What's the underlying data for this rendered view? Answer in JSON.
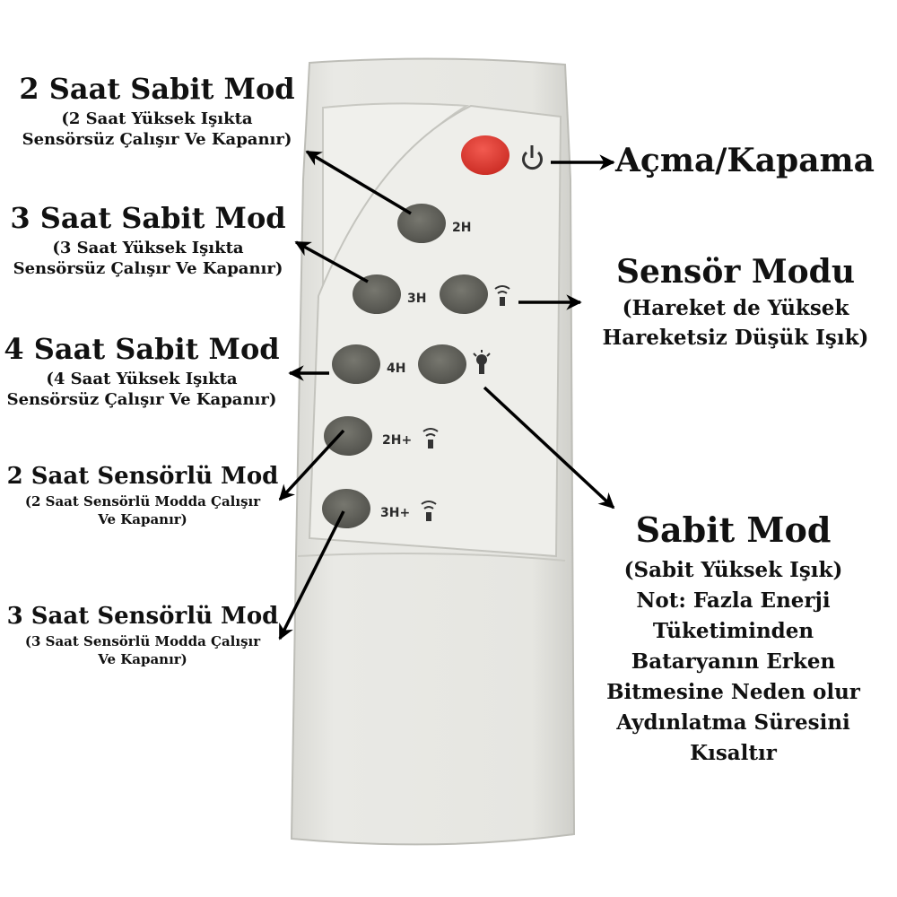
{
  "labels": {
    "l2h": {
      "title": "2 Saat Sabit Mod",
      "line1": "(2 Saat Yüksek Işıkta",
      "line2": "Sensörsüz Çalışır Ve Kapanır)"
    },
    "l3h": {
      "title": "3 Saat Sabit Mod",
      "line1": "(3 Saat Yüksek Işıkta",
      "line2": "Sensörsüz Çalışır Ve Kapanır)"
    },
    "l4h": {
      "title": "4 Saat Sabit Mod",
      "line1": "(4 Saat Yüksek Işıkta",
      "line2": "Sensörsüz Çalışır Ve Kapanır)"
    },
    "l2hs": {
      "title": "2 Saat Sensörlü Mod",
      "line1": "(2 Saat Sensörlü Modda Çalışır",
      "line2": "Ve Kapanır)"
    },
    "l3hs": {
      "title": "3 Saat Sensörlü Mod",
      "line1": "(3 Saat Sensörlü Modda Çalışır",
      "line2": "Ve Kapanır)"
    },
    "power": {
      "title": "Açma/Kapama"
    },
    "sensor": {
      "title": "Sensör Modu",
      "line1": "(Hareket de Yüksek",
      "line2": "Hareketsiz Düşük Işık)"
    },
    "fixed": {
      "title": "Sabit Mod",
      "line1": "(Sabit Yüksek Işık)",
      "line2": "Not: Fazla Enerji",
      "line3": "Tüketiminden",
      "line4": "Bataryanın Erken",
      "line5": "Bitmesine Neden olur",
      "line6": "Aydınlatma Süresini",
      "line7": "Kısaltır"
    }
  },
  "buttons": {
    "b2h": "2H",
    "b3h": "3H",
    "b4h": "4H",
    "b2hs": "2H+",
    "b3hs": "3H+"
  },
  "colors": {
    "remote_body": "#e6e6e2",
    "remote_panel": "#ecece8",
    "button_gray": "#5e5e58",
    "power_red": "#e3362f",
    "arrow": "#000000"
  },
  "icons": [
    "power-icon",
    "sensor-wave-icon",
    "bulb-icon"
  ]
}
